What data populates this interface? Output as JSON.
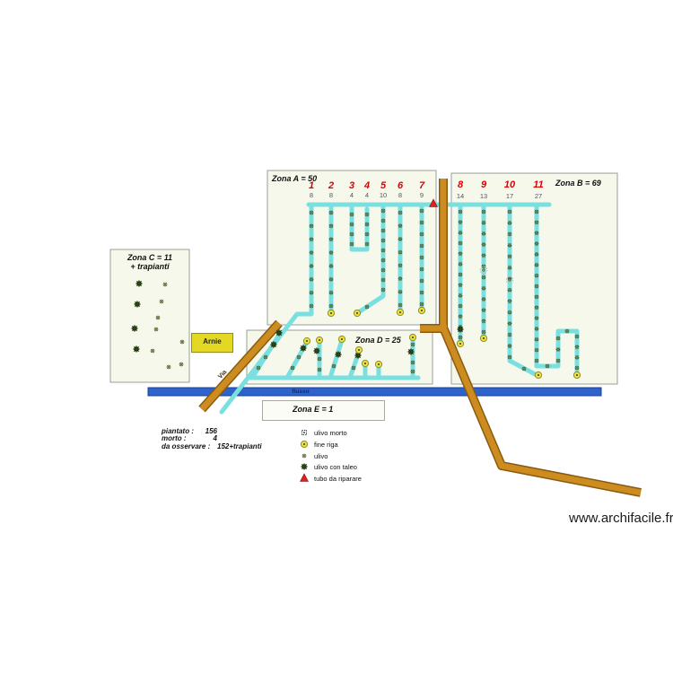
{
  "page": {
    "watermark": "www.archifacile.fr"
  },
  "zones": {
    "a": {
      "title": "Zona A = 50",
      "rows": [
        {
          "num": "1",
          "count": "8"
        },
        {
          "num": "2",
          "count": "8"
        },
        {
          "num": "3",
          "count": "4"
        },
        {
          "num": "4",
          "count": "4"
        },
        {
          "num": "5",
          "count": "10"
        },
        {
          "num": "6",
          "count": "8"
        },
        {
          "num": "7",
          "count": "9"
        }
      ]
    },
    "b": {
      "title": "Zona B = 69",
      "rows": [
        {
          "num": "8",
          "count": "14"
        },
        {
          "num": "9",
          "count": "13"
        },
        {
          "num": "10",
          "count": "17"
        },
        {
          "num": "11",
          "count": "27"
        }
      ]
    },
    "c": {
      "title_line1": "Zona C = 11",
      "title_line2": "+ trapianti"
    },
    "d": {
      "title": "Zona D = 25"
    },
    "e": {
      "title": "Zona E = 1"
    }
  },
  "labels": {
    "arnie": "Arnie",
    "via": "Via",
    "flusso": "flusso"
  },
  "stats": {
    "rows": [
      {
        "label": "piantato :",
        "value": "156"
      },
      {
        "label": "morto :",
        "value": "4"
      },
      {
        "label": "da osservare :",
        "value": "152+trapianti"
      }
    ]
  },
  "legend": {
    "items": [
      {
        "icon": "ulivo-morto-icon",
        "label": "ulivo morto"
      },
      {
        "icon": "fine-riga-icon",
        "label": "fine riga"
      },
      {
        "icon": "ulivo-icon",
        "label": "ulivo"
      },
      {
        "icon": "ulivo-con-taleo-icon",
        "label": "ulivo con taleo"
      },
      {
        "icon": "tubo-da-riparare-icon",
        "label": "tubo da riparare"
      }
    ]
  },
  "colors": {
    "pipe_cyan": "#79dfdf",
    "pipe_brown": "#cd8c1f",
    "pipe_brown_dark": "#8a5a10",
    "bar_blue": "#2e63cb",
    "zone_fill": "#f6f8ec",
    "accent_red": "#e00000",
    "fine_riga_yellow": "#ebe13a",
    "arnie_yellow": "#e3d824"
  }
}
